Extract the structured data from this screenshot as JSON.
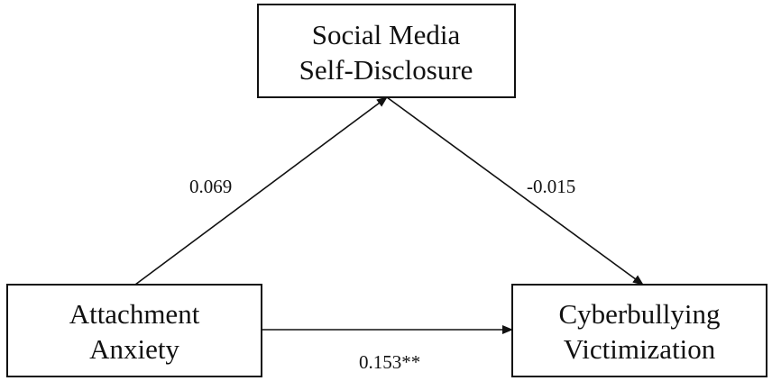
{
  "nodes": {
    "mediator": {
      "line1": "Social Media",
      "line2": "Self-Disclosure"
    },
    "predictor": {
      "line1": "Attachment",
      "line2": "Anxiety"
    },
    "outcome": {
      "line1": "Cyberbullying",
      "line2": "Victimization"
    }
  },
  "paths": {
    "a": {
      "label": "0.069"
    },
    "b": {
      "label": "-0.015"
    },
    "c": {
      "label": "0.153**"
    }
  },
  "colors": {
    "ink": "#111111",
    "background": "#ffffff"
  }
}
